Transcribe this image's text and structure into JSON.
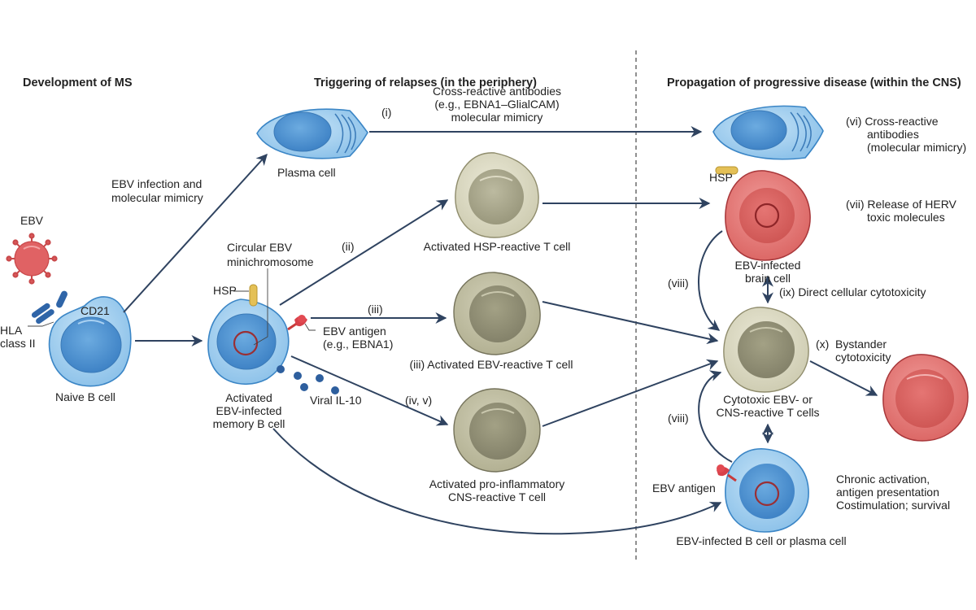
{
  "headings": {
    "development": "Development of MS",
    "triggering": "Triggering of relapses (in the periphery)",
    "propagation": "Propagation of progressive disease (within the CNS)"
  },
  "left": {
    "ebv_label": "EBV",
    "cd21": "CD21",
    "hla_line1": "HLA",
    "hla_line2": "class II",
    "naive_b_cell": "Naive B cell",
    "ebv_infection_line1": "EBV infection and",
    "ebv_infection_line2": "molecular mimicry"
  },
  "middle": {
    "plasma_cell": "Plasma cell",
    "route_i": "(i)",
    "cross_reactive_line1": "Cross-reactive antibodies",
    "cross_reactive_line2": "(e.g., EBNA1–GlialCAM)",
    "cross_reactive_line3": "molecular mimicry",
    "circular_line1": "Circular EBV",
    "circular_line2": "minichromosome",
    "hsp": "HSP",
    "route_ii": "(ii)",
    "route_iii": "(iii)",
    "route_iv_v": "(iv, v)",
    "ebv_antigen_line1": "EBV antigen",
    "ebv_antigen_line2": "(e.g., EBNA1)",
    "viral_il10": "Viral IL-10",
    "memory_b_line1": "Activated",
    "memory_b_line2": "EBV-infected",
    "memory_b_line3": "memory B cell",
    "hsp_t_cell": "Activated HSP-reactive T cell",
    "ebv_t_cell": "(iii) Activated EBV-reactive T cell",
    "cns_t_cell_line1": "Activated pro-inflammatory",
    "cns_t_cell_line2": "CNS-reactive T cell"
  },
  "right": {
    "vi_line1": "(vi) Cross-reactive",
    "vi_line2": "antibodies",
    "vi_line3": "(molecular mimicry)",
    "hsp": "HSP",
    "vii_line1": "(vii) Release of HERV",
    "vii_line2": "toxic molecules",
    "brain_cell_line1": "EBV-infected",
    "brain_cell_line2": "brain cell",
    "viii_top": "(viii)",
    "viii_bottom": "(viii)",
    "ix": "(ix) Direct cellular cytotoxicity",
    "x_label": "(x)",
    "x_line1": "Bystander",
    "x_line2": "cytotoxicity",
    "cytotoxic_line1": "Cytotoxic EBV- or",
    "cytotoxic_line2": "CNS-reactive T cells",
    "ebv_antigen": "EBV antigen",
    "chronic_line1": "Chronic activation,",
    "chronic_line2": "antigen presentation",
    "chronic_line3": "Costimulation; survival",
    "b_or_plasma": "EBV-infected B cell or plasma cell"
  },
  "colors": {
    "arrow": "#2f4360",
    "b_cell_outer": "#a9d3f0",
    "b_cell_nucleus": "#5e9fd8",
    "t_cell_outer": "#dcdac4",
    "t_cell_nucleus": "#a9a78c",
    "red_cell_outer": "#e37d7b",
    "red_cell_nucleus": "#d9605e",
    "hsp": "#e4c056",
    "antigen": "#c93a3a"
  }
}
